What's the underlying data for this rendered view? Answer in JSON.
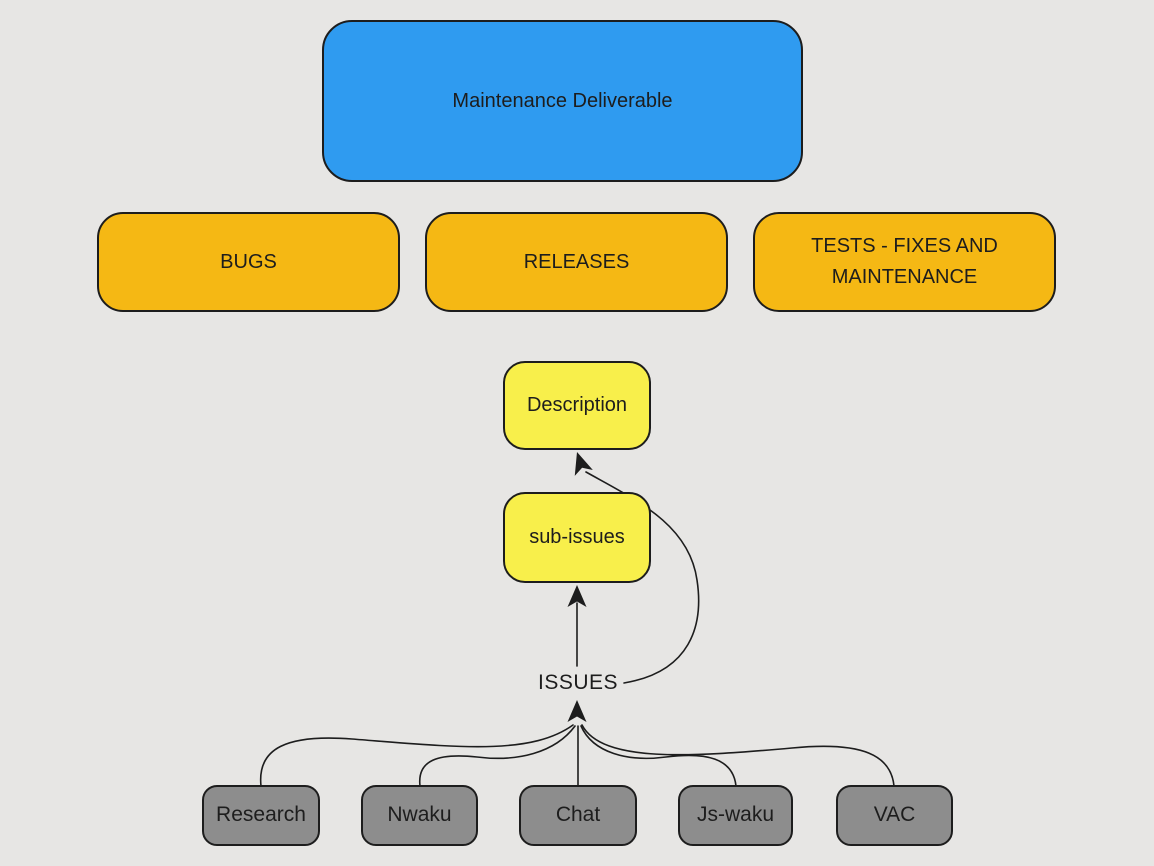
{
  "diagram": {
    "nodes": {
      "root": {
        "label": "Maintenance Deliverable",
        "fill": "blue"
      },
      "bugs": {
        "label": "BUGS",
        "fill": "amber"
      },
      "releases": {
        "label": "RELEASES",
        "fill": "amber"
      },
      "tests": {
        "label": "TESTS - FIXES AND MAINTENANCE",
        "fill": "amber"
      },
      "description": {
        "label": "Description",
        "fill": "yellow"
      },
      "sub_issues": {
        "label": "sub-issues",
        "fill": "yellow"
      },
      "issues": {
        "label": "ISSUES",
        "fill": "none"
      },
      "research": {
        "label": "Research",
        "fill": "gray"
      },
      "nwaku": {
        "label": "Nwaku",
        "fill": "gray"
      },
      "chat": {
        "label": "Chat",
        "fill": "gray"
      },
      "js_waku": {
        "label": "Js-waku",
        "fill": "gray"
      },
      "vac": {
        "label": "VAC",
        "fill": "gray"
      }
    },
    "edges": [
      {
        "from": "research",
        "to": "issues"
      },
      {
        "from": "nwaku",
        "to": "issues"
      },
      {
        "from": "chat",
        "to": "issues"
      },
      {
        "from": "js_waku",
        "to": "issues"
      },
      {
        "from": "vac",
        "to": "issues"
      },
      {
        "from": "issues",
        "to": "sub_issues"
      },
      {
        "from": "issues",
        "to": "description"
      }
    ],
    "colors": {
      "background": "#e7e6e4",
      "ink": "#1d1d1d",
      "blue": "#2f9bf0",
      "amber": "#f5b814",
      "yellow": "#f8ef4b",
      "gray": "#8d8d8d"
    }
  }
}
